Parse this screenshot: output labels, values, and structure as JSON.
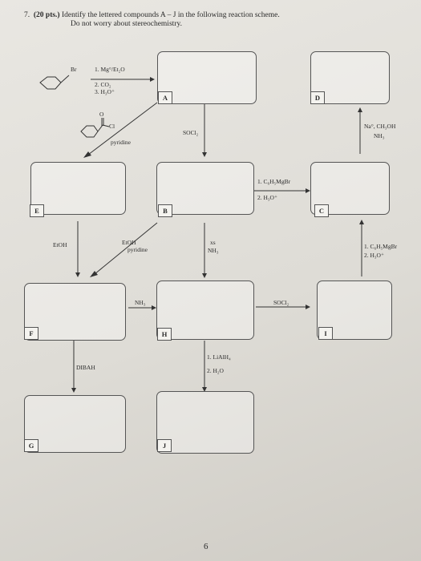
{
  "question": {
    "number": "7.",
    "points": "(20 pts.)",
    "line1": "Identify the lettered compounds A – J in the following reaction scheme.",
    "line2": "Do not worry about stereochemistry."
  },
  "reagents": {
    "br": "Br",
    "step1": "1. Mg°/Et₂O",
    "step2": "2. CO₂",
    "step3": "3. H₃O⁺",
    "acyl_o": "O",
    "acyl_cl": "Cl",
    "pyridine": "pyridine",
    "socl2_b": "SOCl₂",
    "na_ch3oh": "Na°, CH₃OH",
    "nh3_d": "NH₃",
    "grignard1": "1. C₆H₅MgBr",
    "grignard2": "2. H₃O⁺",
    "etoh_e": "EtOH",
    "etoh_b": "EtOH",
    "pyridine_b": "pyridine",
    "xs": "xs",
    "nh3_xs": "NH₃",
    "grignard_c1": "1. C₆H₅MgBr",
    "grignard_c2": "2. H₃O⁺",
    "nh3_h": "NH₃",
    "socl2_i": "SOCl₂",
    "dibah": "DIBAH",
    "lialh4_1": "1. LiAlH₄",
    "lialh4_2": "2. H₂O"
  },
  "letters": {
    "a": "A",
    "b": "B",
    "c": "C",
    "d": "D",
    "e": "E",
    "f": "F",
    "g": "G",
    "h": "H",
    "i": "I",
    "j": "J"
  },
  "page_number": "6"
}
